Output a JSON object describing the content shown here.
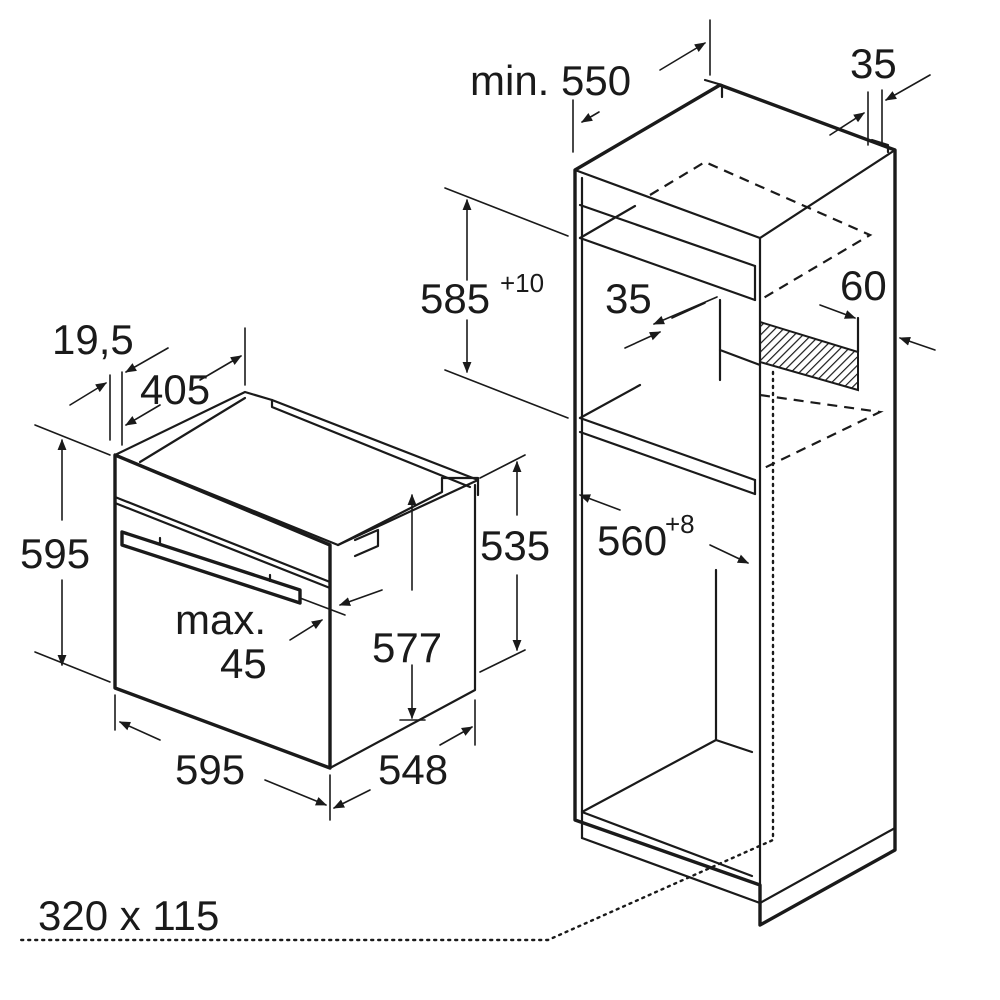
{
  "labels": {
    "min_label": "min. 550",
    "top_gap": "35",
    "shelf_height": "585",
    "shelf_height_tol": "+10",
    "vent_depth": "35",
    "side_gap": "60",
    "niche_width": "560",
    "niche_width_tol": "+8",
    "front_offset": "19,5",
    "top_depth": "405",
    "total_height": "595",
    "side_height": "535",
    "inner_height": "577",
    "max_label": "max.",
    "max_value": "45",
    "front_width": "595",
    "body_depth": "548",
    "vent_opening": "320 x 115"
  }
}
